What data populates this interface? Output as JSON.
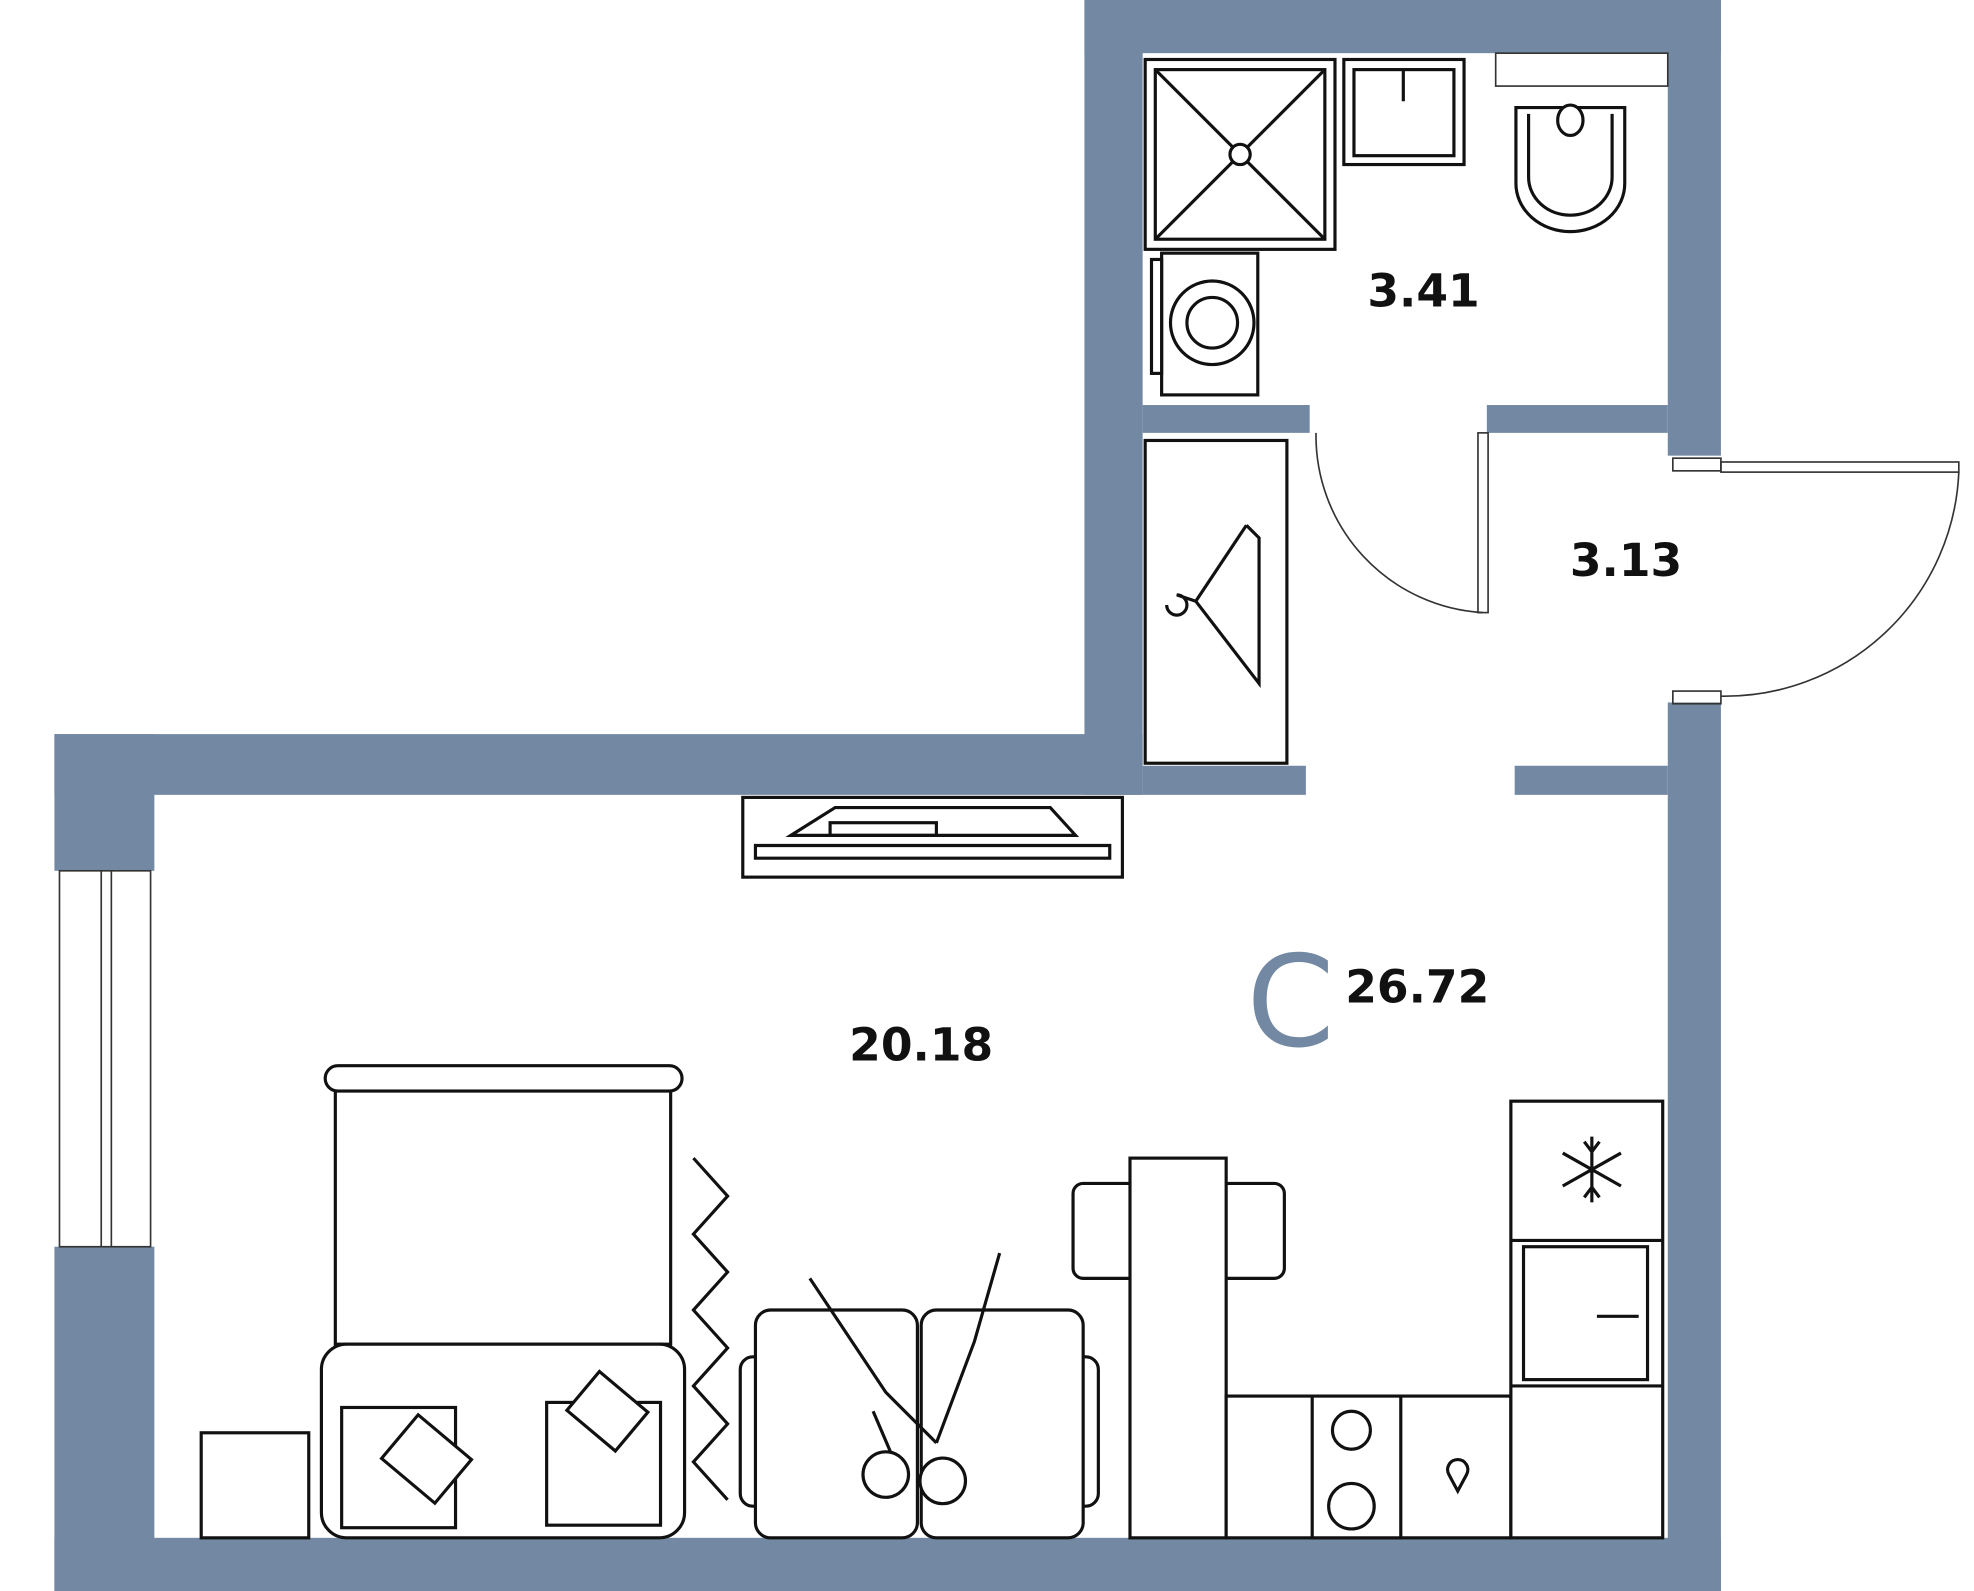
{
  "plan": {
    "apartment_type": "C",
    "total_area": "26.72",
    "rooms": [
      {
        "name": "bathroom",
        "area": "3.41"
      },
      {
        "name": "hallway",
        "area": "3.13"
      },
      {
        "name": "living-room",
        "area": "20.18"
      }
    ],
    "colors": {
      "wall": "#7389a3",
      "line": "#111111"
    }
  }
}
